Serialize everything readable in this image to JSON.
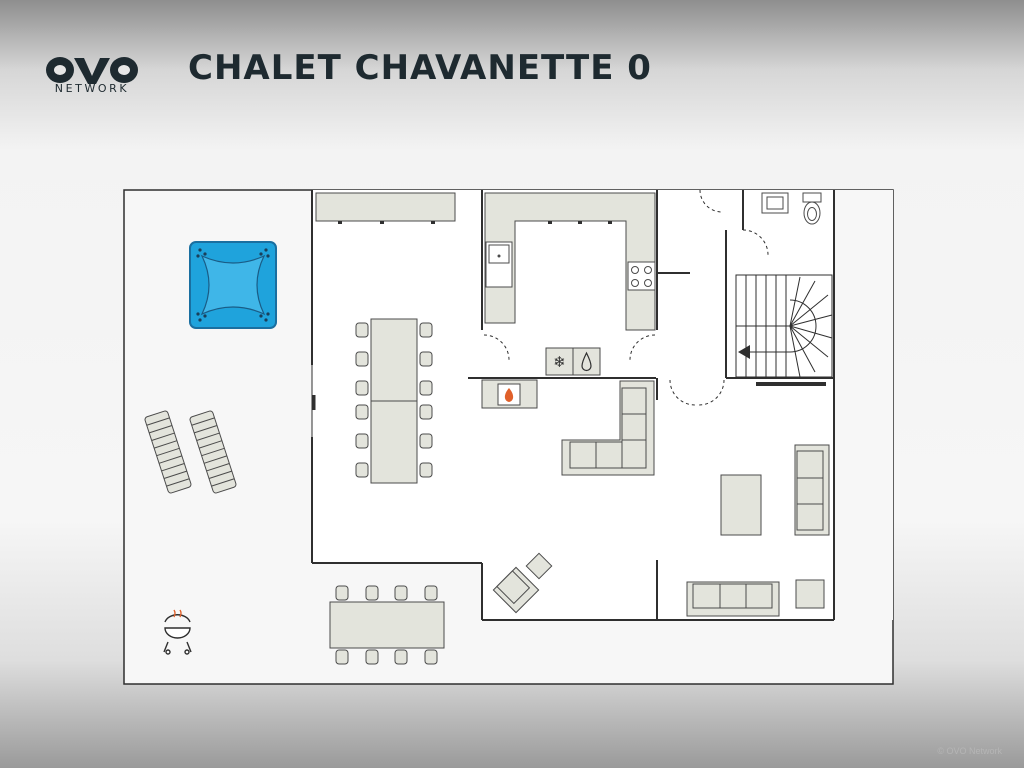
{
  "brand": {
    "name": "NETWORK",
    "logo_text": "OVO",
    "color": "#1e2a30"
  },
  "title": "CHALET CHAVANETTE 0",
  "copyright": "© OVO Network",
  "colors": {
    "wall": "#2f2f2f",
    "furniture_fill": "#e3e4dc",
    "furniture_stroke": "#4b4b4b",
    "terrace": "#f7f7f7",
    "interior": "#ffffff",
    "hot_tub": "#1fa3dc",
    "fire": "#e0602a"
  },
  "icons": [
    "hot-tub-icon",
    "sun-lounger-icon",
    "barbecue-icon",
    "freezer-snowflake-icon",
    "water-drop-icon",
    "fireplace-flame-icon",
    "toilet-icon",
    "sink-icon",
    "stove-hob-icon",
    "staircase-arrow-icon"
  ]
}
